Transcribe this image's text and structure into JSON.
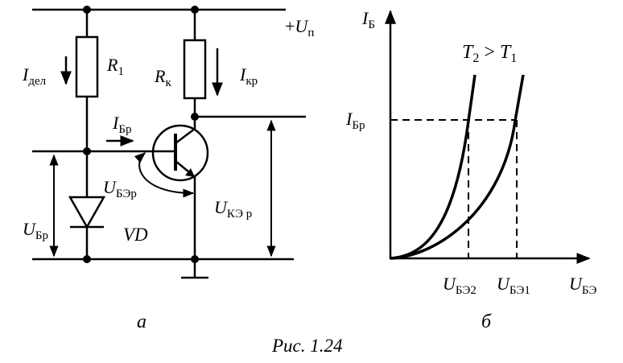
{
  "figure": {
    "caption": "Рис. 1.24",
    "panel_a_label": "а",
    "panel_b_label": "б"
  },
  "circuit": {
    "supply": {
      "sign": "+",
      "main": "U",
      "sub": "п"
    },
    "r1": {
      "main": "R",
      "sub": "1"
    },
    "rk": {
      "main": "R",
      "sub": "к"
    },
    "i_del": {
      "main": "I",
      "sub": "дел"
    },
    "i_kr": {
      "main": "I",
      "sub": "кр"
    },
    "i_br": {
      "main": "I",
      "sub": "Бр"
    },
    "u_ber": {
      "main": "U",
      "sub": "БЭр"
    },
    "u_br": {
      "main": "U",
      "sub": "Бр"
    },
    "u_ke": {
      "main": "U",
      "sub": "КЭ р"
    },
    "diode": "VD"
  },
  "graph": {
    "y_axis": {
      "main": "I",
      "sub": "Б"
    },
    "x_axis": {
      "main": "U",
      "sub": "БЭ"
    },
    "condition": {
      "t2": "T",
      "t2_sub": "2",
      "op": " > ",
      "t1": "T",
      "t1_sub": "1"
    },
    "i_br": {
      "main": "I",
      "sub": "Бр"
    },
    "u_be2": {
      "main": "U",
      "sub": "БЭ2"
    },
    "u_be1": {
      "main": "U",
      "sub": "БЭ1"
    },
    "curves": [
      "T2",
      "T1"
    ]
  }
}
